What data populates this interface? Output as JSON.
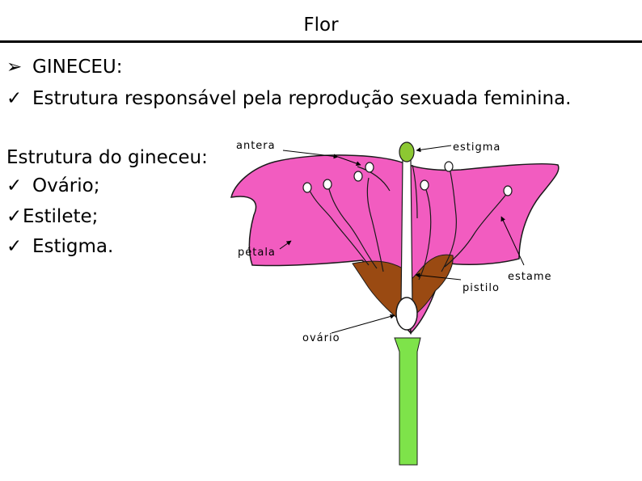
{
  "header": {
    "title": "Flor"
  },
  "bullets": {
    "arrow": "Ø",
    "check": "ü"
  },
  "content": {
    "gineceu_heading": "GINECEU:",
    "gineceu_desc": "Estrutura responsável pela reprodução sexuada feminina.",
    "structure_title": "Estrutura do gineceu:",
    "items": [
      "Ovário;",
      "Estilete;",
      "Estigma."
    ]
  },
  "diagram": {
    "labels": {
      "antera": "antera",
      "estigma": "estigma",
      "petala": "pétala",
      "estame": "estame",
      "pistilo": "pistilo",
      "ovario": "ovário"
    },
    "colors": {
      "petal": "#f25cc0",
      "petal_outline": "#1a1a1a",
      "ovary_tissue": "#9a4a12",
      "stem": "#7ee34a",
      "stigma": "#8cc832"
    }
  }
}
